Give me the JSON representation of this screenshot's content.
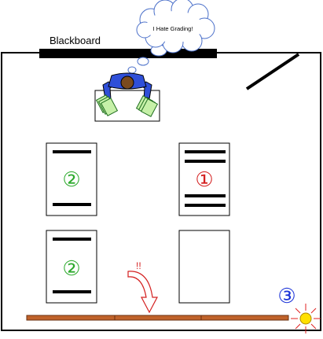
{
  "blackboard_label": "Blackboard",
  "thought_text": "I Hate Grading!",
  "exclamation": "!!",
  "desks": {
    "top_left_number": "②",
    "top_right_number": "①",
    "bottom_left_number": "②"
  },
  "corner_number": "③",
  "colors": {
    "green": "#2eaa2e",
    "red": "#d42020",
    "blue": "#1a32d8",
    "teacher_shirt": "#2f4fd8",
    "paper": "#c6f0a8",
    "shelf": "#c0622a",
    "light": "#ffe000",
    "ray": "#e02020"
  }
}
